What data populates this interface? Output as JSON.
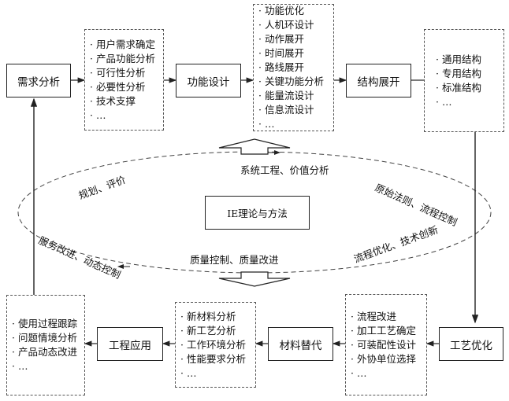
{
  "nodes": {
    "demand_analysis": "需求分析",
    "function_design": "功能设计",
    "structure_expansion": "结构展开",
    "process_optimization": "工艺优化",
    "material_substitution": "材料替代",
    "engineering_application": "工程应用",
    "ie_theory": "IE理论与方法"
  },
  "lists": {
    "demand": [
      "用户需求确定",
      "产品功能分析",
      "可行性分析",
      "必要性分析",
      "技术支撑",
      "…"
    ],
    "function": [
      "功能优化",
      "人机环设计",
      "动作展开",
      "时间展开",
      "路线展开",
      "关键功能分析",
      "能量流设计",
      "信息流设计",
      "…"
    ],
    "structure": [
      "通用结构",
      "专用结构",
      "标准结构",
      "…"
    ],
    "process": [
      "流程改进",
      "加工工艺确定",
      "可装配性设计",
      "外协单位选择",
      "…"
    ],
    "material": [
      "新材料分析",
      "新工艺分析",
      "工作环境分析",
      "性能要求分析",
      "…"
    ],
    "application": [
      "使用过程跟踪",
      "问题情境分析",
      "产品动态改进",
      "…"
    ]
  },
  "cycle_labels": {
    "top": "系统工程、价值分析",
    "top_left": "规划、评价",
    "top_right": "原始法则、流程控制",
    "bottom_left": "服务改进、动态控制",
    "bottom": "质量控制、质量改进",
    "bottom_right": "流程优化、技术创新"
  }
}
